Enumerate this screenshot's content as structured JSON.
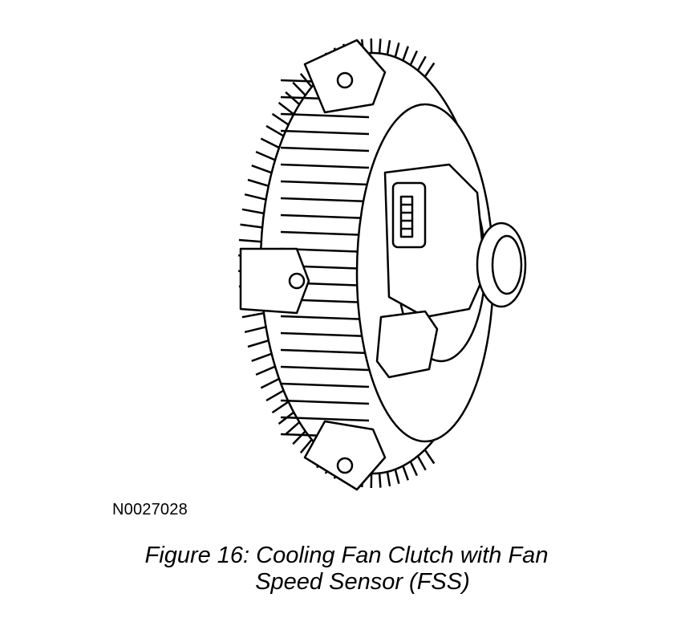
{
  "figure": {
    "ref_id": "N0027028",
    "caption_line1": "Figure 16: Cooling Fan Clutch with Fan",
    "caption_line2": "Speed Sensor (FSS)",
    "ink_color": "#000000",
    "background_color": "#ffffff"
  }
}
